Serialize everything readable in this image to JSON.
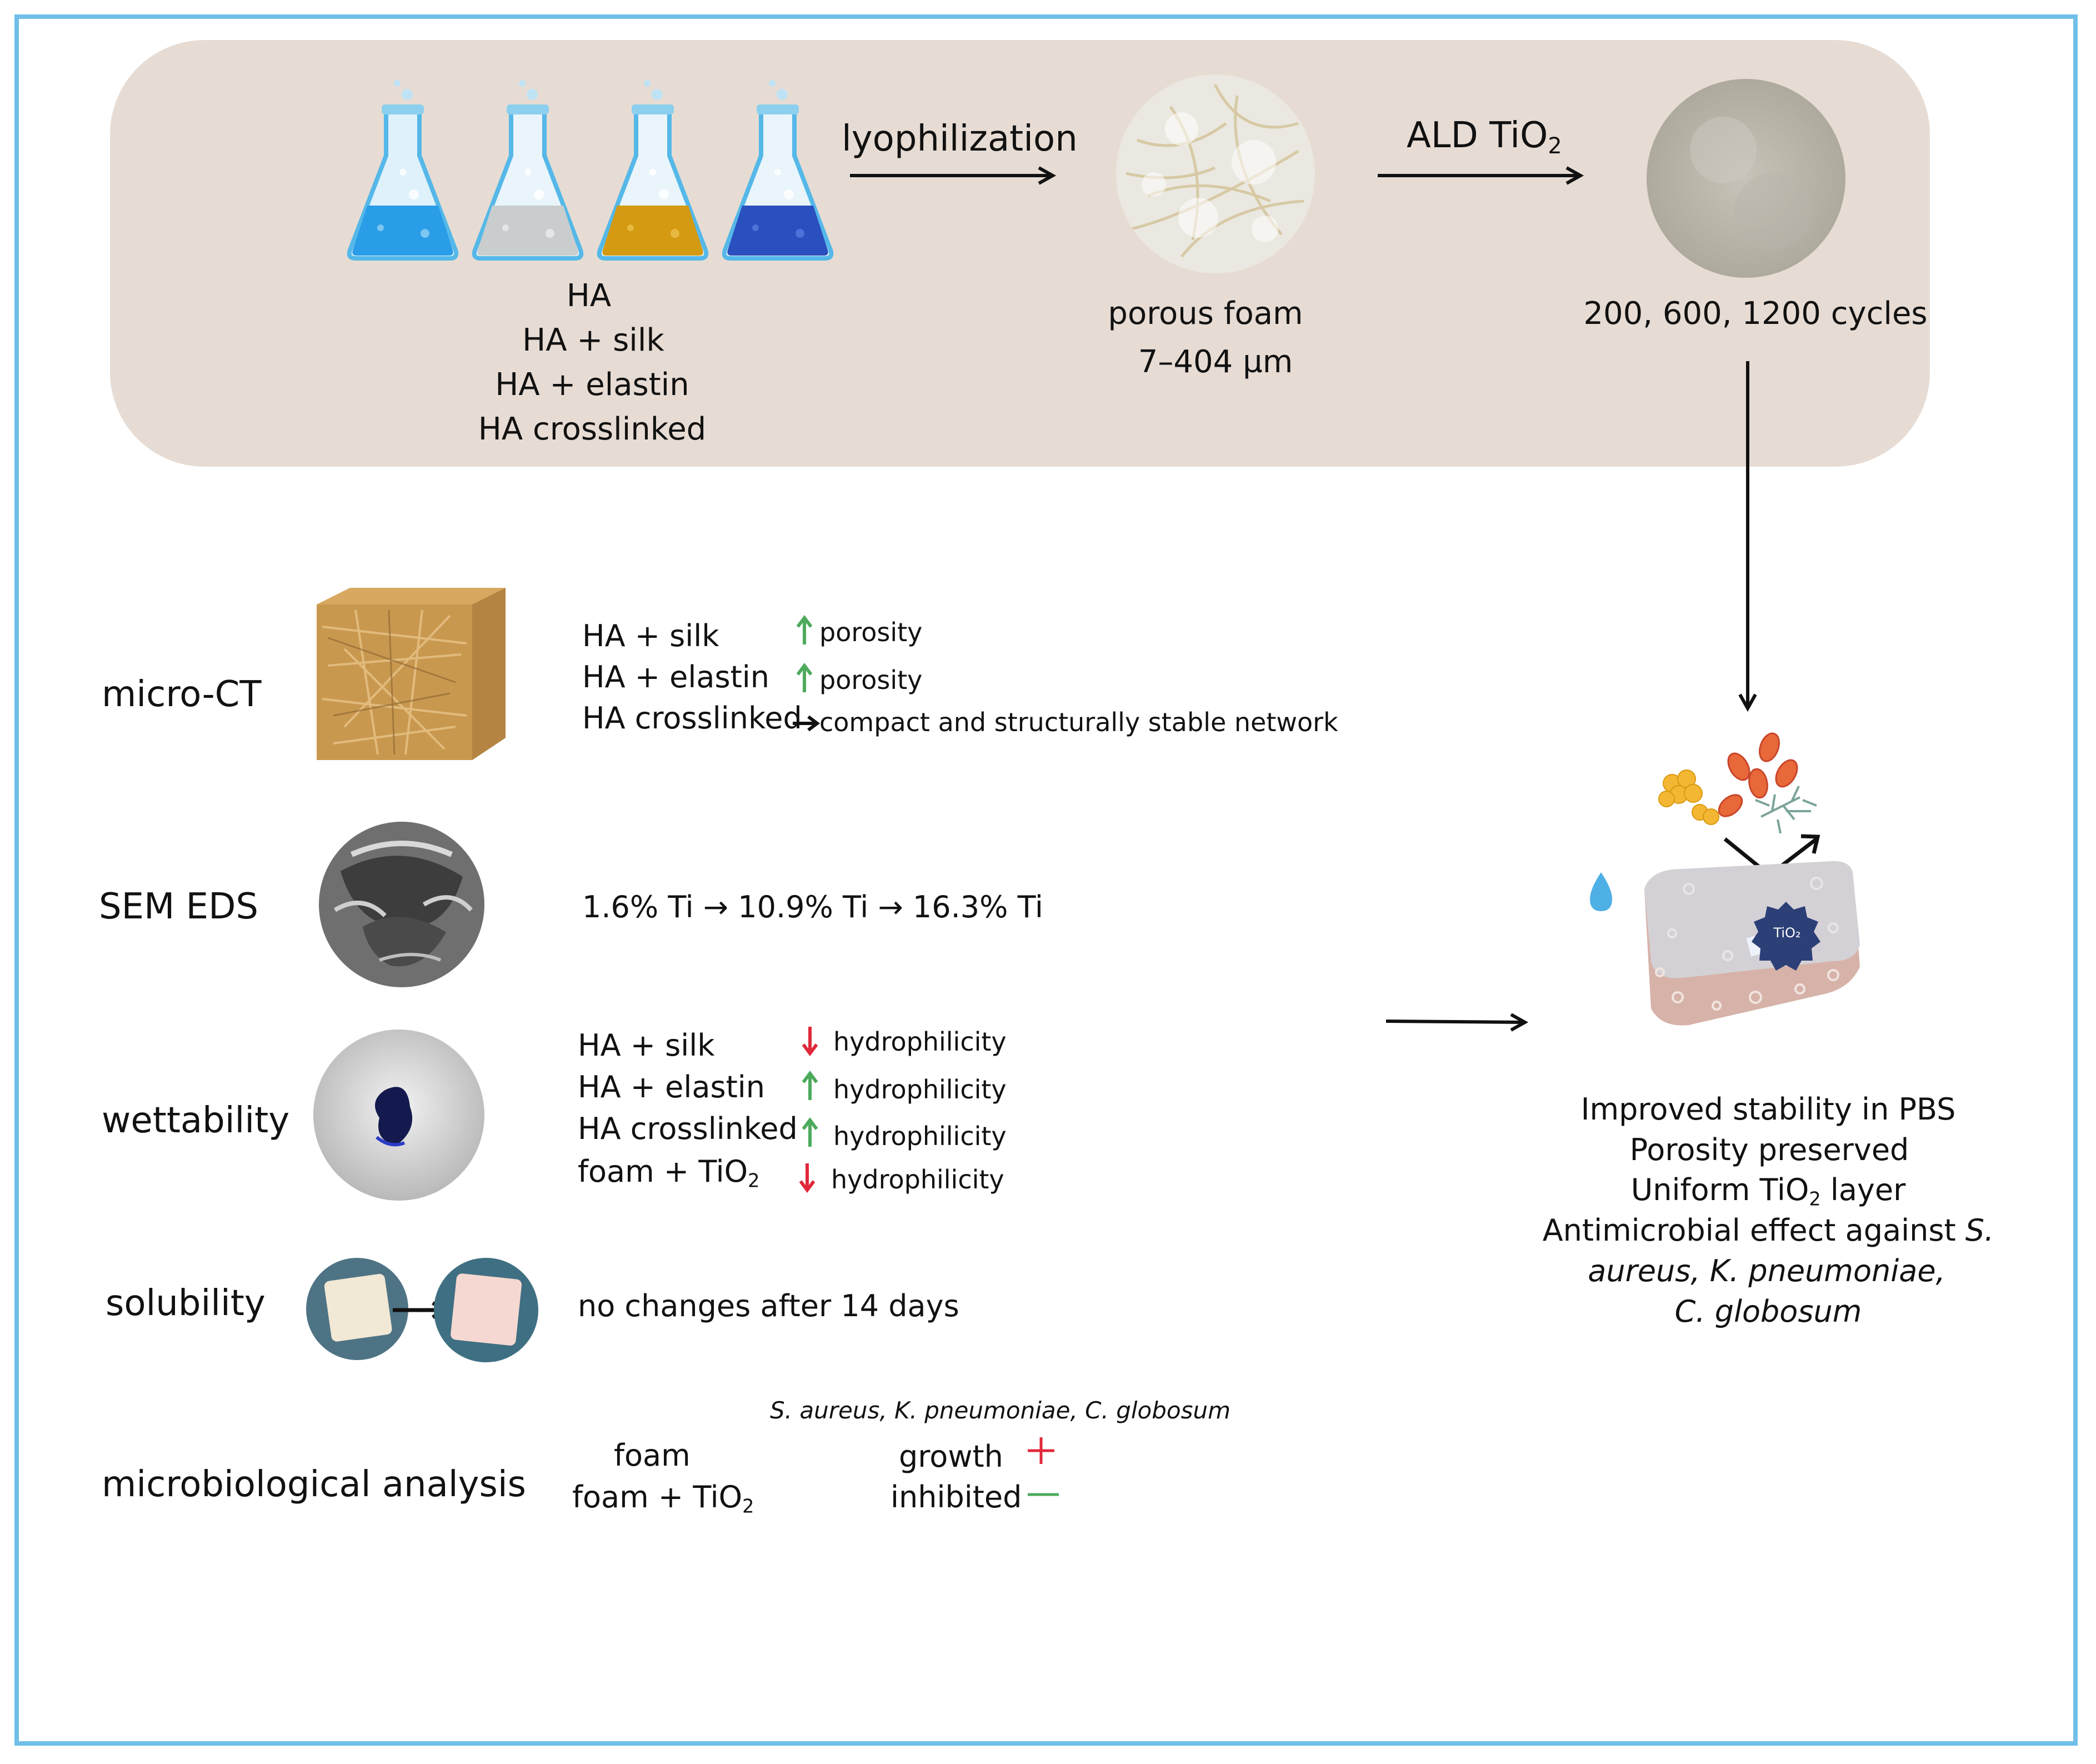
{
  "process": {
    "materials": [
      "HA",
      "HA + silk",
      "HA + elastin",
      "HA crosslinked"
    ],
    "step1_label": "lyophilization",
    "foam_label": "porous foam",
    "foam_pore_size": "7–404 µm",
    "step2_label_main": "ALD TiO",
    "step2_label_sub": "2",
    "cycles_label": "200, 600, 1200 cycles"
  },
  "analyses": {
    "microct": {
      "label": "micro-CT",
      "rows": [
        {
          "sample": "HA + silk",
          "trend": "up",
          "result": "porosity"
        },
        {
          "sample": "HA + elastin",
          "trend": "up",
          "result": "porosity"
        },
        {
          "sample": "HA crosslinked",
          "trend": "right",
          "result": "compact and structurally stable network"
        }
      ]
    },
    "sem": {
      "label": "SEM EDS",
      "result": "1.6% Ti → 10.9% Ti → 16.3% Ti"
    },
    "wettability": {
      "label": "wettability",
      "rows": [
        {
          "sample": "HA + silk",
          "trend": "down",
          "result": "hydrophilicity"
        },
        {
          "sample": "HA + elastin",
          "trend": "up",
          "result": "hydrophilicity"
        },
        {
          "sample": "HA crosslinked",
          "trend": "up",
          "result": "hydrophilicity"
        },
        {
          "sample_main": "foam + TiO",
          "sample_sub": "2",
          "trend": "down",
          "result": "hydrophilicity"
        }
      ]
    },
    "solubility": {
      "label": "solubility",
      "result": "no changes after 14 days"
    },
    "micro": {
      "label": "microbiological analysis",
      "organisms": "S. aureus, K. pneumoniae, C. globosum",
      "rows": [
        {
          "sample_main": "foam",
          "sample_sub": "",
          "outcome": "growth",
          "sign": "plus"
        },
        {
          "sample_main": "foam + TiO",
          "sample_sub": "2",
          "outcome": "inhibited",
          "sign": "minus"
        }
      ]
    }
  },
  "summary": {
    "line1": "Improved stability in PBS",
    "line2": "Porosity preserved",
    "line3_main": "Uniform TiO",
    "line3_sub": "2",
    "line3_rest": " layer",
    "line4_main": "Antimicrobial effect against ",
    "line4_italic": "S.",
    "line5": "aureus, K. pneumoniae,",
    "line6": "C. globosum",
    "badge": "TiO₂"
  },
  "colors": {
    "frame": "#6fbfe8",
    "band": "#e7dcd4",
    "up": "#4caa5c",
    "down": "#e0283a",
    "flask_blue": "#2a9de8",
    "flask_gray": "#c9cdce",
    "flask_gold": "#d39a12",
    "flask_navy": "#2a4fbf"
  }
}
